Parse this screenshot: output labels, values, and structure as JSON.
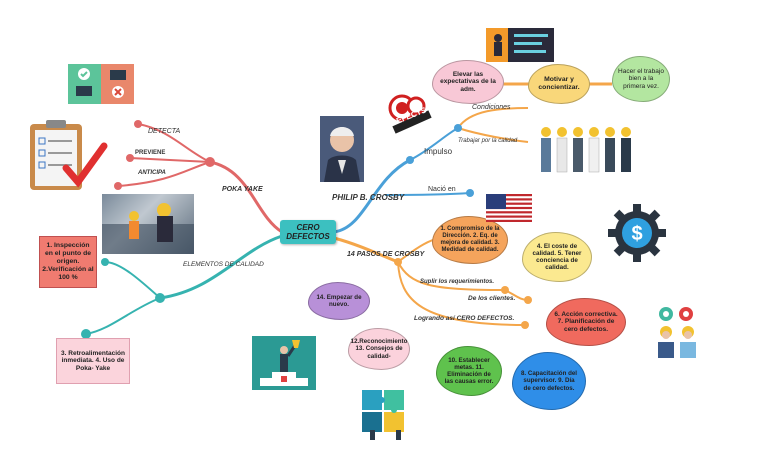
{
  "center": {
    "label": "CERO DEFECTOS"
  },
  "branches": {
    "poka_yoke": "POKA YAKE",
    "detecta": "DETECTA",
    "previene": "PREVIENE",
    "anticipa": "ANTICIPA",
    "elementos": "ELEMENTOS DE CALIDAD",
    "crosby": "PHILIP B. CROSBY",
    "impulso": "Impulso",
    "condiciones": "Condiciones",
    "trabajar": "Trabajar por la calidad",
    "nacio": "Nació en",
    "pasos": "14 PASOS DE CROSBY",
    "suplir": "Suplir los requerimientos.",
    "clientes": "De los clientes.",
    "logrando": "Logrando así CERO DEFECTOS."
  },
  "nodes": {
    "inspeccion": "1. Inspección en el punto de origen. 2.Verificación al 100 %",
    "retro": "3. Retroalimentación inmediata. 4. Uso de Poka- Yake",
    "elevar": "Elevar las expectativas de la adm.",
    "motivar": "Motivar y concientizar.",
    "hacer": "Hacer el trabajo bien a la primera vez.",
    "paso1": "1. Compromiso de la Dirección. 2. Eq. de mejora de calidad. 3. Medidad de calidad.",
    "paso4": "4. El coste de calidad. 5. Tener conciencia de calidad.",
    "paso6": "6. Acción correctiva. 7. Planificación de cero defectos.",
    "paso8": "8. Capacitación del supervisor. 9. Día de cero defectos.",
    "paso10": "10. Establecer metas. 11. Eliminación de las causas error.",
    "paso12": "12.Reconocimiento 13. Consejos de calidad-",
    "paso14": "14. Empezar de nuevo."
  },
  "logo_text": "DEFECTS",
  "colors": {
    "center_fill": "#3cc0c0",
    "left_branch": "#e06060",
    "teal_branch": "#36b3b0",
    "orange_branch": "#f4a64a",
    "blue_branch": "#4aa0d8"
  }
}
